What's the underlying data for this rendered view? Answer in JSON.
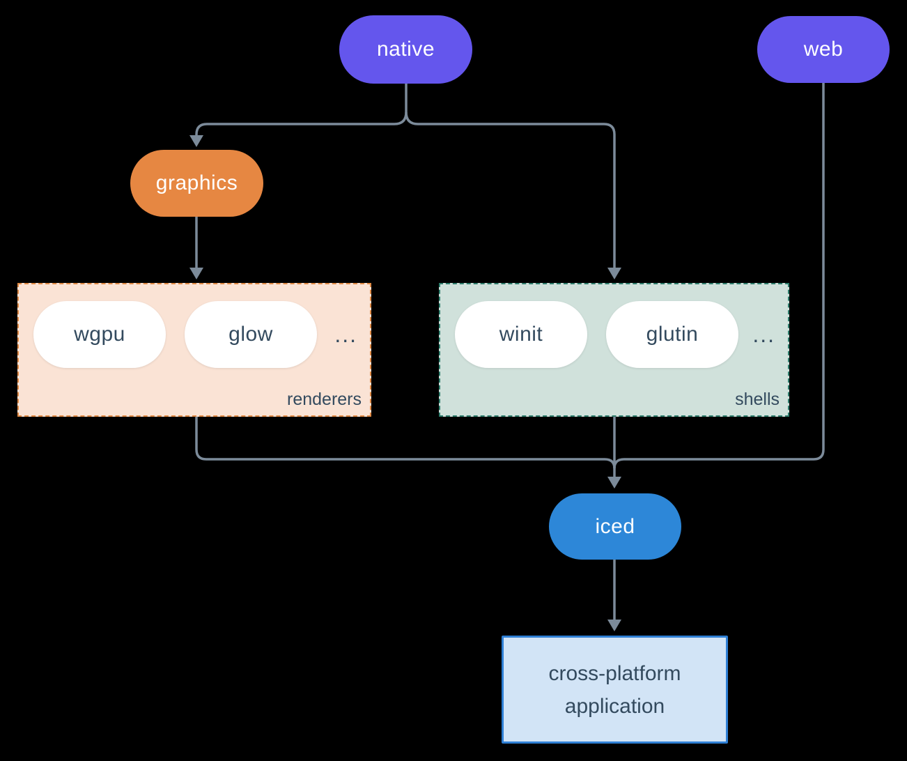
{
  "diagram": {
    "background_color": "#000000",
    "edge_color": "#7c8b9a",
    "text_color_light": "#ffffff",
    "text_color_dark": "#334a5e",
    "nodes": {
      "native": {
        "label": "native",
        "color": "#6456ed"
      },
      "web": {
        "label": "web",
        "color": "#6456ed"
      },
      "graphics": {
        "label": "graphics",
        "color": "#e68742"
      },
      "iced": {
        "label": "iced",
        "color": "#2d87d8"
      },
      "application": {
        "label": "cross-platform application",
        "fill": "#d2e4f6",
        "border": "#2f7fd4"
      }
    },
    "groups": {
      "renderers": {
        "label": "renderers",
        "fill": "#fae3d5",
        "border": "#e08a45",
        "items": [
          "wgpu",
          "glow"
        ],
        "ellipsis": "..."
      },
      "shells": {
        "label": "shells",
        "fill": "#d0e1db",
        "border": "#2e7d6c",
        "items": [
          "winit",
          "glutin"
        ],
        "ellipsis": "..."
      }
    },
    "edges": [
      {
        "from": "native",
        "to": "graphics"
      },
      {
        "from": "native",
        "to": "shells"
      },
      {
        "from": "graphics",
        "to": "renderers"
      },
      {
        "from": "renderers",
        "to": "iced"
      },
      {
        "from": "shells",
        "to": "iced"
      },
      {
        "from": "web",
        "to": "iced"
      },
      {
        "from": "iced",
        "to": "application"
      }
    ]
  }
}
